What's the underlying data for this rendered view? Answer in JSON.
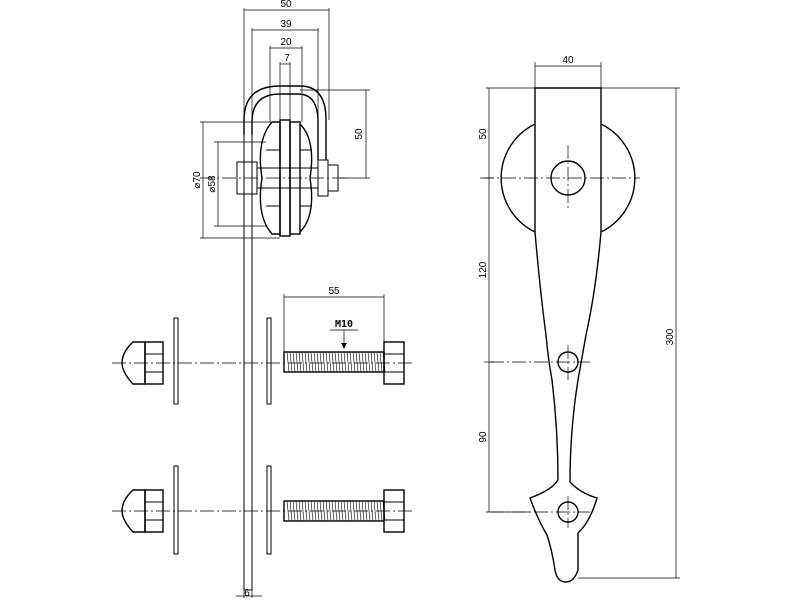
{
  "dimensions": {
    "top_width_50": "50",
    "top_width_39": "39",
    "top_width_20": "20",
    "top_width_7": "7",
    "hanger_height_50": "50",
    "wheel_outer_dia": "⌀70",
    "wheel_inner_dia": "⌀58",
    "bolt_length": "55",
    "thread_size": "M10",
    "strap_thickness": "6",
    "strap_width": "40",
    "strap_top_to_hole": "50",
    "hole_spacing_1": "120",
    "hole_spacing_2": "90",
    "strap_total_length": "300"
  }
}
